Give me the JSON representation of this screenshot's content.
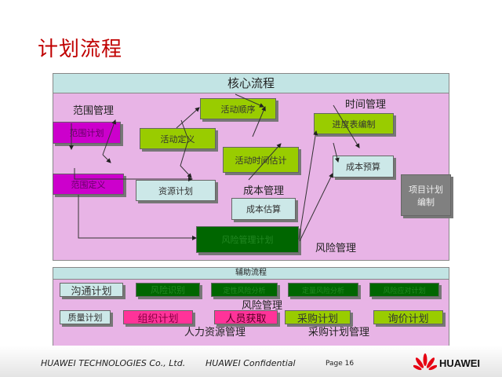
{
  "title": "计划流程",
  "core": {
    "header": "核心流程",
    "labels": {
      "scope": "范围管理",
      "time": "时间管理",
      "cost": "成本管理",
      "risk": "风险管理"
    },
    "boxes": {
      "scope_plan": "范围计划",
      "scope_def": "范围定义",
      "act_def": "活动定义",
      "act_seq": "活动顺序",
      "act_dur": "活动时间估计",
      "resource": "资源计划",
      "cost_est": "成本估算",
      "risk_plan": "风险管理计划",
      "schedule": "进度表编制",
      "budget": "成本预算",
      "project_plan": "项目计划编制"
    }
  },
  "aux": {
    "header": "辅助流程",
    "boxes": {
      "comm": "沟通计划",
      "risk_id": "风险识别",
      "qual": "定性风险分析",
      "quant": "定量风险分析",
      "resp": "风险应对计划",
      "quality": "质量计划",
      "org": "组织计划",
      "staff": "人员获取",
      "proc": "采购计划",
      "solicit": "询价计划"
    },
    "labels": {
      "risk": "风险管理",
      "hr": "人力资源管理",
      "proc": "采购计划管理"
    }
  },
  "footer": {
    "company": "HUAWEI TECHNOLOGIES Co., Ltd.",
    "confidential": "HUAWEI Confidential",
    "page": "Page  16",
    "brand": "HUAWEI"
  }
}
